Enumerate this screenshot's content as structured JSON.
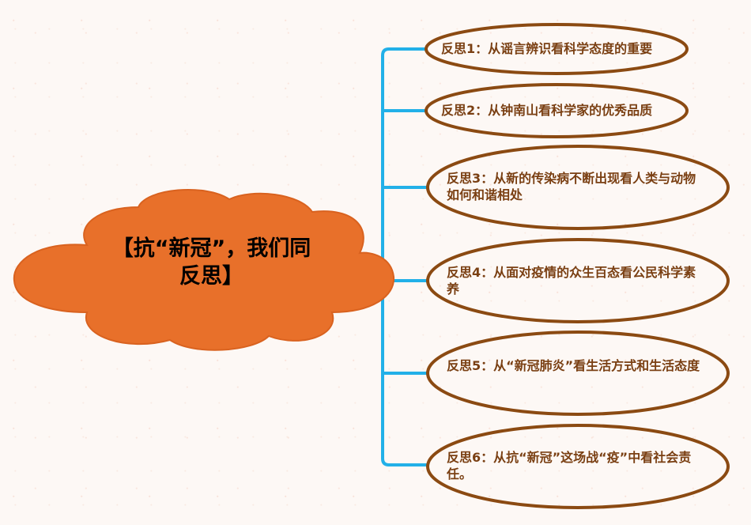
{
  "central_topic": {
    "line1": "【抗“新冠”，我们同",
    "line2": "反思】",
    "fill_color": "#e8702a",
    "stroke_color": "#d9621f"
  },
  "connector": {
    "color": "#22b0e8"
  },
  "branches": [
    {
      "label": "反思1：从谣言辨识看科学态度的重要"
    },
    {
      "label": "反思2：从钟南山看科学家的优秀品质"
    },
    {
      "label": "反思3：从新的传染病不断出现看人类与动物如何和谐相处"
    },
    {
      "label": "反思4：从面对疫情的众生百态看公民科学素养"
    },
    {
      "label": "反思5：从“新冠肺炎”看生活方式和生活态度"
    },
    {
      "label": "反思6：从抗“新冠”这场战“疫”中看社会责任。"
    }
  ],
  "branch_style": {
    "stroke_color": "#8b4a12",
    "text_color": "#7a3f12"
  }
}
